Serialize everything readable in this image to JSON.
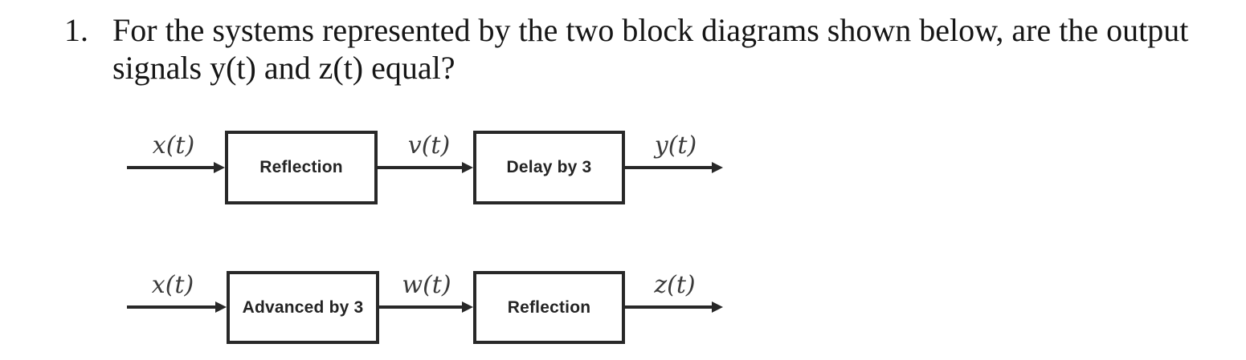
{
  "question": {
    "number": "1.",
    "line1": "For the systems represented by the two block diagrams shown below, are the output",
    "line2": "signals y(t) and z(t) equal?"
  },
  "diagrams": [
    {
      "input_label": "x(t)",
      "block1_label": "Reflection",
      "mid_label": "v(t)",
      "block2_label": "Delay by 3",
      "output_label": "y(t)"
    },
    {
      "input_label": "x(t)",
      "block1_label": "Advanced by 3",
      "mid_label": "w(t)",
      "block2_label": "Reflection",
      "output_label": "z(t)"
    }
  ],
  "colors": {
    "ink": "#161616",
    "stroke": "#282828",
    "signal": "#3a3a3a",
    "bg": "#ffffff"
  }
}
